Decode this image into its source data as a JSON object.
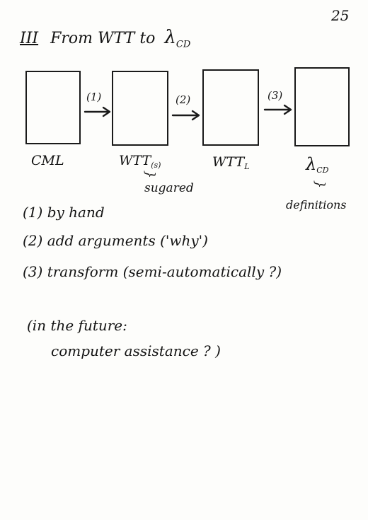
{
  "page_number": "25",
  "heading": {
    "roman": "III",
    "text": "From WTT to",
    "lambda": "λ",
    "lambda_sub": "CD"
  },
  "diagram": {
    "boxes": [
      {
        "label": "CML"
      },
      {
        "label": "WTT",
        "sub": "(s)",
        "note": "sugared"
      },
      {
        "label": "WTT",
        "sub": "L"
      },
      {
        "label": "λ",
        "sub": "CD",
        "note": "definitions"
      }
    ],
    "arrows": [
      "(1)",
      "(2)",
      "(3)"
    ],
    "brace_glyph": "{"
  },
  "steps": [
    "(1)  by hand",
    "(2)  add arguments ('why')",
    "(3)  transform (semi-automatically ?)"
  ],
  "future": {
    "line1": "(in the future:",
    "line2": "computer assistance ?  )"
  }
}
